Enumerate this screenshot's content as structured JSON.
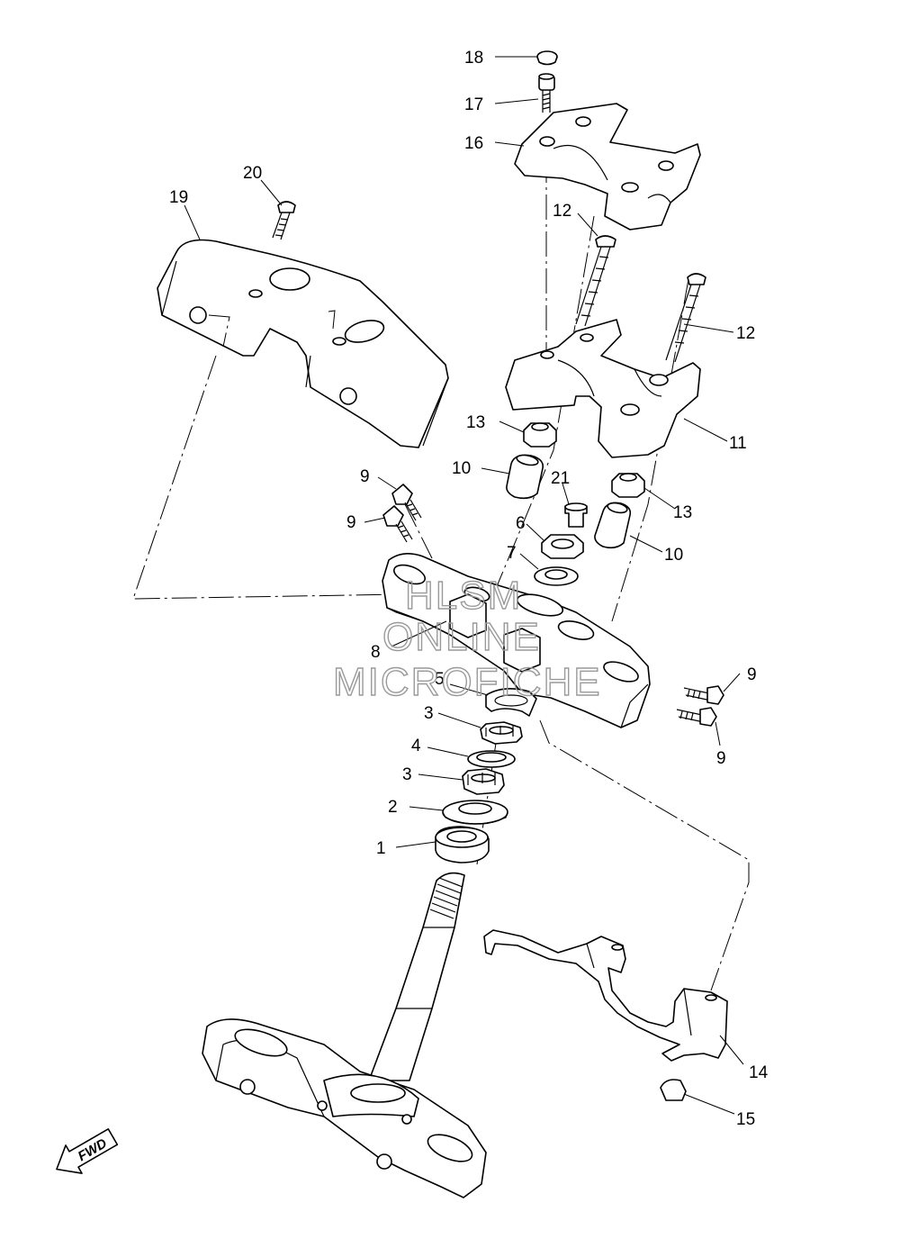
{
  "diagram": {
    "callouts": [
      {
        "id": "c18",
        "label": "18"
      },
      {
        "id": "c17",
        "label": "17"
      },
      {
        "id": "c16",
        "label": "16"
      },
      {
        "id": "c20",
        "label": "20"
      },
      {
        "id": "c19",
        "label": "19"
      },
      {
        "id": "c12a",
        "label": "12"
      },
      {
        "id": "c12b",
        "label": "12"
      },
      {
        "id": "c13a",
        "label": "13"
      },
      {
        "id": "c11",
        "label": "11"
      },
      {
        "id": "c10a",
        "label": "10"
      },
      {
        "id": "c21",
        "label": "21"
      },
      {
        "id": "c9a",
        "label": "9"
      },
      {
        "id": "c9b",
        "label": "9"
      },
      {
        "id": "c13b",
        "label": "13"
      },
      {
        "id": "c6",
        "label": "6"
      },
      {
        "id": "c10b",
        "label": "10"
      },
      {
        "id": "c7",
        "label": "7"
      },
      {
        "id": "c8",
        "label": "8"
      },
      {
        "id": "c5",
        "label": "5"
      },
      {
        "id": "c9c",
        "label": "9"
      },
      {
        "id": "c9d",
        "label": "9"
      },
      {
        "id": "c3a",
        "label": "3"
      },
      {
        "id": "c4",
        "label": "4"
      },
      {
        "id": "c3b",
        "label": "3"
      },
      {
        "id": "c2",
        "label": "2"
      },
      {
        "id": "c1",
        "label": "1"
      },
      {
        "id": "c14",
        "label": "14"
      },
      {
        "id": "c15",
        "label": "15"
      }
    ],
    "watermark": [
      "HLSM",
      "ONLINE",
      "MICROFICHE"
    ],
    "fwd_label": "FWD"
  }
}
